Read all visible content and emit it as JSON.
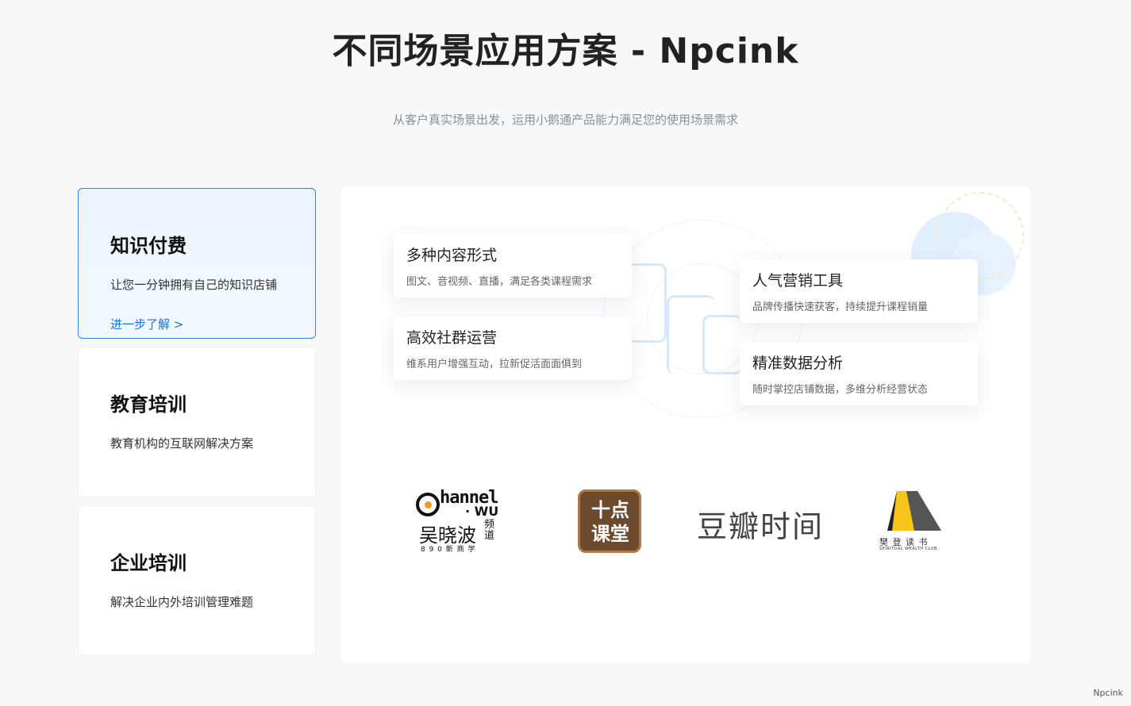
{
  "header": {
    "title": "不同场景应用方案 - Npcink",
    "subtitle": "从客户真实场景出发，运用小鹅通产品能力满足您的使用场景需求"
  },
  "sidebar": {
    "items": [
      {
        "title": "知识付费",
        "desc": "让您一分钟拥有自己的知识店铺",
        "link": "进一步了解 >"
      },
      {
        "title": "教育培训",
        "desc": "教育机构的互联网解决方案"
      },
      {
        "title": "企业培训",
        "desc": "解决企业内外培训管理难题"
      }
    ]
  },
  "features": [
    {
      "title": "多种内容形式",
      "desc": "图文、音视频、直播，满足各类课程需求"
    },
    {
      "title": "高效社群运营",
      "desc": "维系用户增强互动，拉新促活面面俱到"
    },
    {
      "title": "人气营销工具",
      "desc": "品牌传播快速获客，持续提升课程销量"
    },
    {
      "title": "精准数据分析",
      "desc": "随时掌控店铺数据，多维分析经营状态"
    }
  ],
  "logos": {
    "channel_wu": {
      "top": "hannel",
      "mid": "· WU",
      "name": "吴晓波",
      "side": "频道",
      "sub": "8 9 0 新 商 学"
    },
    "shidian": {
      "text": "十点课堂"
    },
    "douban": {
      "text": "豆瓣时间"
    },
    "fandeng": {
      "name": "樊 登 读 书",
      "sub": "SPIRITUAL WEALTH CLUB"
    }
  },
  "watermark": "Npcink",
  "colors": {
    "accent": "#2b86e5",
    "link": "#1f6fd6",
    "background": "#f6f8fa",
    "fandeng_yellow": "#f5c518",
    "shidian_brown": "#6b4a2e"
  }
}
